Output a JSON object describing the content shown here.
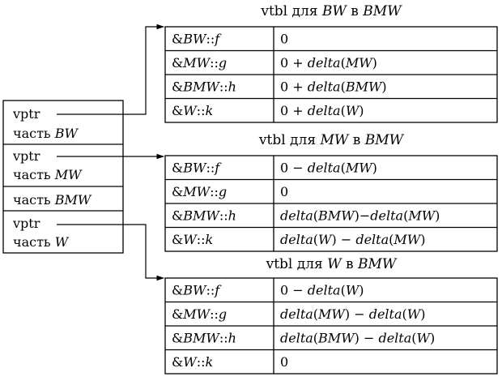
{
  "object_layout": [
    {
      "vptr": "vptr",
      "part": "часть",
      "part_name": "BW"
    },
    {
      "vptr": "vptr",
      "part": "часть",
      "part_name": "MW"
    },
    {
      "vptr": "",
      "part": "часть",
      "part_name": "BMW"
    },
    {
      "vptr": "vptr",
      "part": "часть",
      "part_name": "W"
    }
  ],
  "vtables": [
    {
      "title": [
        {
          "t": "vtbl для ",
          "i": false
        },
        {
          "t": "BW",
          "i": true
        },
        {
          "t": " в ",
          "i": false
        },
        {
          "t": "BMW",
          "i": true
        }
      ],
      "rows": [
        {
          "func": [
            {
              "t": "&",
              "i": false
            },
            {
              "t": "BW",
              "i": true
            },
            {
              "t": "::",
              "i": false
            },
            {
              "t": "f",
              "i": true
            }
          ],
          "offset": [
            {
              "t": "0",
              "i": false
            }
          ]
        },
        {
          "func": [
            {
              "t": "&",
              "i": false
            },
            {
              "t": "MW",
              "i": true
            },
            {
              "t": "::",
              "i": false
            },
            {
              "t": "g",
              "i": true
            }
          ],
          "offset": [
            {
              "t": "0 + ",
              "i": false
            },
            {
              "t": "delta",
              "i": true
            },
            {
              "t": "(",
              "i": false
            },
            {
              "t": "MW",
              "i": true
            },
            {
              "t": ")",
              "i": false
            }
          ]
        },
        {
          "func": [
            {
              "t": "&",
              "i": false
            },
            {
              "t": "BMW",
              "i": true
            },
            {
              "t": "::",
              "i": false
            },
            {
              "t": "h",
              "i": true
            }
          ],
          "offset": [
            {
              "t": "0 + ",
              "i": false
            },
            {
              "t": "delta",
              "i": true
            },
            {
              "t": "(",
              "i": false
            },
            {
              "t": "BMW",
              "i": true
            },
            {
              "t": ")",
              "i": false
            }
          ]
        },
        {
          "func": [
            {
              "t": "&",
              "i": false
            },
            {
              "t": "W",
              "i": true
            },
            {
              "t": "::",
              "i": false
            },
            {
              "t": "k",
              "i": true
            }
          ],
          "offset": [
            {
              "t": "0 + ",
              "i": false
            },
            {
              "t": "delta",
              "i": true
            },
            {
              "t": "(",
              "i": false
            },
            {
              "t": "W",
              "i": true
            },
            {
              "t": ")",
              "i": false
            }
          ]
        }
      ]
    },
    {
      "title": [
        {
          "t": "vtbl для ",
          "i": false
        },
        {
          "t": "MW",
          "i": true
        },
        {
          "t": " в ",
          "i": false
        },
        {
          "t": "BMW",
          "i": true
        }
      ],
      "rows": [
        {
          "func": [
            {
              "t": "&",
              "i": false
            },
            {
              "t": "BW",
              "i": true
            },
            {
              "t": "::",
              "i": false
            },
            {
              "t": "f",
              "i": true
            }
          ],
          "offset": [
            {
              "t": "0 − ",
              "i": false
            },
            {
              "t": "delta",
              "i": true
            },
            {
              "t": "(",
              "i": false
            },
            {
              "t": "MW",
              "i": true
            },
            {
              "t": ")",
              "i": false
            }
          ]
        },
        {
          "func": [
            {
              "t": "&",
              "i": false
            },
            {
              "t": "MW",
              "i": true
            },
            {
              "t": "::",
              "i": false
            },
            {
              "t": "g",
              "i": true
            }
          ],
          "offset": [
            {
              "t": "0",
              "i": false
            }
          ]
        },
        {
          "func": [
            {
              "t": "&",
              "i": false
            },
            {
              "t": "BMW",
              "i": true
            },
            {
              "t": "::",
              "i": false
            },
            {
              "t": "h",
              "i": true
            }
          ],
          "offset": [
            {
              "t": "delta",
              "i": true
            },
            {
              "t": "(",
              "i": false
            },
            {
              "t": "BMW",
              "i": true
            },
            {
              "t": ")−",
              "i": false
            },
            {
              "t": "delta",
              "i": true
            },
            {
              "t": "(",
              "i": false
            },
            {
              "t": "MW",
              "i": true
            },
            {
              "t": ")",
              "i": false
            }
          ]
        },
        {
          "func": [
            {
              "t": "&",
              "i": false
            },
            {
              "t": "W",
              "i": true
            },
            {
              "t": "::",
              "i": false
            },
            {
              "t": "k",
              "i": true
            }
          ],
          "offset": [
            {
              "t": "delta",
              "i": true
            },
            {
              "t": "(",
              "i": false
            },
            {
              "t": "W",
              "i": true
            },
            {
              "t": ") − ",
              "i": false
            },
            {
              "t": "delta",
              "i": true
            },
            {
              "t": "(",
              "i": false
            },
            {
              "t": "MW",
              "i": true
            },
            {
              "t": ")",
              "i": false
            }
          ]
        }
      ]
    },
    {
      "title": [
        {
          "t": "vtbl для ",
          "i": false
        },
        {
          "t": "W",
          "i": true
        },
        {
          "t": " в ",
          "i": false
        },
        {
          "t": "BMW",
          "i": true
        }
      ],
      "rows": [
        {
          "func": [
            {
              "t": "&",
              "i": false
            },
            {
              "t": "BW",
              "i": true
            },
            {
              "t": "::",
              "i": false
            },
            {
              "t": "f",
              "i": true
            }
          ],
          "offset": [
            {
              "t": "0 − ",
              "i": false
            },
            {
              "t": "delta",
              "i": true
            },
            {
              "t": "(",
              "i": false
            },
            {
              "t": "W",
              "i": true
            },
            {
              "t": ")",
              "i": false
            }
          ]
        },
        {
          "func": [
            {
              "t": "&",
              "i": false
            },
            {
              "t": "MW",
              "i": true
            },
            {
              "t": "::",
              "i": false
            },
            {
              "t": "g",
              "i": true
            }
          ],
          "offset": [
            {
              "t": "delta",
              "i": true
            },
            {
              "t": "(",
              "i": false
            },
            {
              "t": "MW",
              "i": true
            },
            {
              "t": ") − ",
              "i": false
            },
            {
              "t": "delta",
              "i": true
            },
            {
              "t": "(",
              "i": false
            },
            {
              "t": "W",
              "i": true
            },
            {
              "t": ")",
              "i": false
            }
          ]
        },
        {
          "func": [
            {
              "t": "&",
              "i": false
            },
            {
              "t": "BMW",
              "i": true
            },
            {
              "t": "::",
              "i": false
            },
            {
              "t": "h",
              "i": true
            }
          ],
          "offset": [
            {
              "t": "delta",
              "i": true
            },
            {
              "t": "(",
              "i": false
            },
            {
              "t": "BMW",
              "i": true
            },
            {
              "t": ") − ",
              "i": false
            },
            {
              "t": "delta",
              "i": true
            },
            {
              "t": "(",
              "i": false
            },
            {
              "t": "W",
              "i": true
            },
            {
              "t": ")",
              "i": false
            }
          ]
        },
        {
          "func": [
            {
              "t": "&",
              "i": false
            },
            {
              "t": "W",
              "i": true
            },
            {
              "t": "::",
              "i": false
            },
            {
              "t": "k",
              "i": true
            }
          ],
          "offset": [
            {
              "t": "0",
              "i": false
            }
          ]
        }
      ]
    }
  ]
}
